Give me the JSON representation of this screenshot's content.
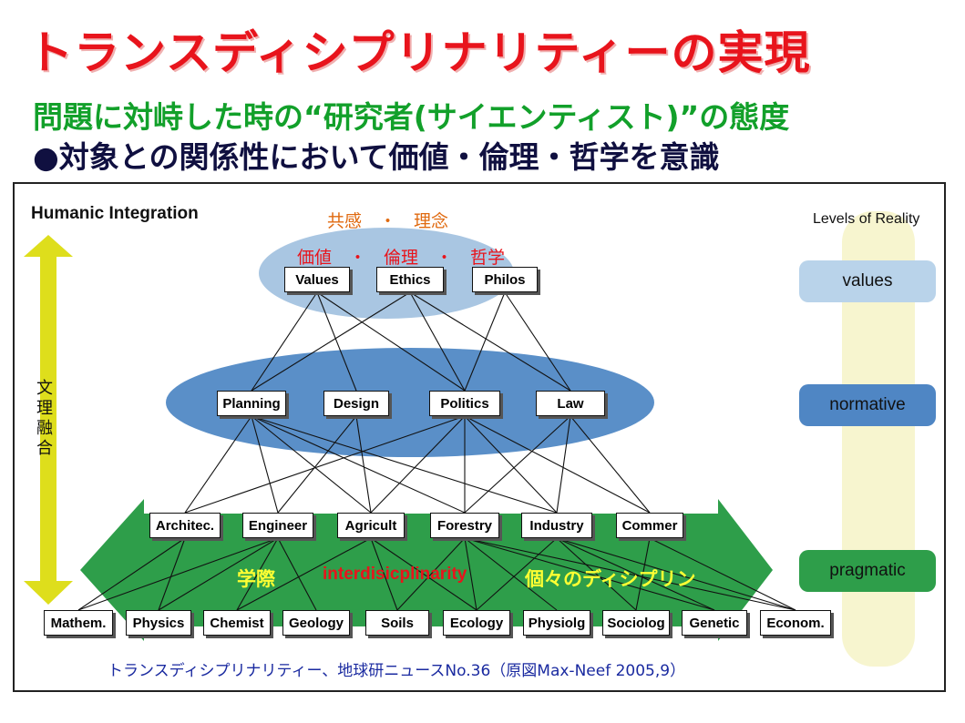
{
  "title": "トランスディシプリナリティーの実現",
  "subtitle1": "問題に対峙した時の“研究者(サイエンティスト)”の態度",
  "subtitle2": "●対象との関係性において価値・倫理・哲学を意識",
  "diagram": {
    "humanic_label": "Humanic Integration",
    "levels_label": "Levels of Reality",
    "vertical_label": "文理融合",
    "top_jp_1": "共感　・　理念",
    "top_jp_2": "価値　・　倫理　・　哲学",
    "values_nodes": [
      "Values",
      "Ethics",
      "Philos"
    ],
    "normative_nodes": [
      "Planning",
      "Design",
      "Politics",
      "Law"
    ],
    "pragmatic_nodes": [
      "Architec.",
      "Engineer",
      "Agricult",
      "Forestry",
      "Industry",
      "Commer"
    ],
    "base_nodes": [
      "Mathem.",
      "Physics",
      "Chemist",
      "Geology",
      "Soils",
      "Ecology",
      "Physiolg",
      "Sociolog",
      "Genetic",
      "Econom."
    ],
    "arrow_texts": {
      "left": "学際",
      "middle": "interdisicplinarity",
      "right": "個々のディシプリン"
    },
    "levels": [
      "values",
      "normative",
      "pragmatic"
    ],
    "caption": "トランスディシプリナリティー、地球研ニュースNo.36（原図Max-Neef 2005,9）"
  },
  "colors": {
    "title": "#e8141c",
    "subtitle1": "#12a02a",
    "subtitle2": "#101040",
    "green_arrow": "#2e9e4a",
    "yellow_arrow": "#d8d820",
    "ellipse_top": "#a9c6e2",
    "ellipse_mid": "#5a8fc8"
  }
}
